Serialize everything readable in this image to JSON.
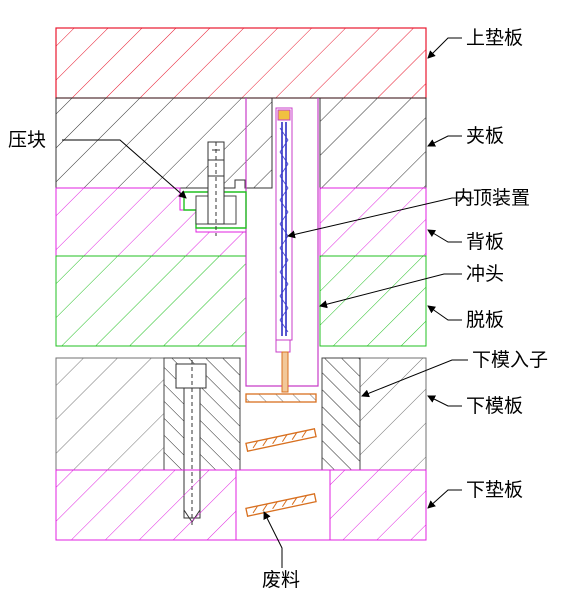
{
  "labels": {
    "upper_pad": "上垫板",
    "clamp_plate": "夹板",
    "press_block": "压块",
    "inner_ejector": "内顶装置",
    "backing_plate": "背板",
    "punch": "冲头",
    "stripper_plate": "脱板",
    "lower_die_insert": "下模入子",
    "lower_die_plate": "下模板",
    "lower_pad": "下垫板",
    "scrap": "废料"
  },
  "colors": {
    "upper_pad": "#e8182e",
    "clamp_plate": "#222222",
    "backing_plate": "#e020e0",
    "stripper_plate": "#20c020",
    "lower_die_plate": "#707070",
    "lower_pad": "#e020e0",
    "punch": "#c83cc8",
    "ejector_rod": "#2020c0",
    "ejector_spring": "#4040d0",
    "scrap": "#d87020",
    "leader": "#000000"
  }
}
